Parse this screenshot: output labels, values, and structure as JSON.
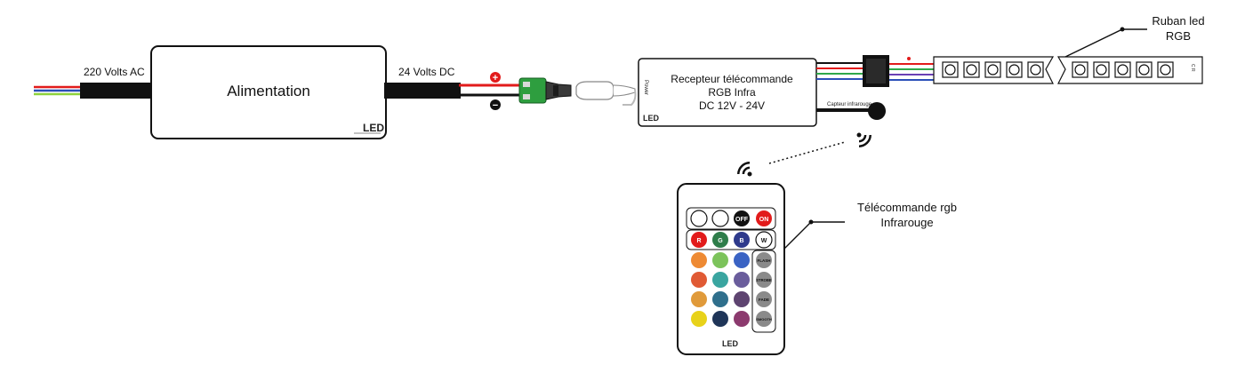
{
  "input_label": "220 Volts AC",
  "output_label": "24 Volts DC",
  "power_supply": {
    "title": "Alimentation"
  },
  "brand": "LED",
  "polarity": {
    "plus": "+",
    "minus": "−"
  },
  "receiver": {
    "title_line1": "Recepteur télécommande",
    "title_line2": "RGB Infra",
    "title_line3": "DC 12V - 24V",
    "power_tag": "Power",
    "sensor_label": "Capteur infrarouge"
  },
  "strip": {
    "label_line1": "Ruban led",
    "label_line2": "RGB",
    "end_marks": "C R"
  },
  "remote": {
    "label_line1": "Télécommande rgb",
    "label_line2": "Infrarouge",
    "buttons": {
      "off": "OFF",
      "on": "ON",
      "r": "R",
      "g": "G",
      "b": "B",
      "w": "W",
      "flash": "FLASH",
      "strobe": "STROBE",
      "fade": "FADE",
      "smooth": "SMOOTH"
    }
  },
  "colors": {
    "wire_red": "#e21b1b",
    "wire_green": "#2fa84a",
    "wire_blue": "#2b4fb8",
    "wire_purple": "#6a3fb4",
    "wire_lime": "#8ed23c",
    "cable": "#111111",
    "connector_green": "#2e9e3f"
  }
}
